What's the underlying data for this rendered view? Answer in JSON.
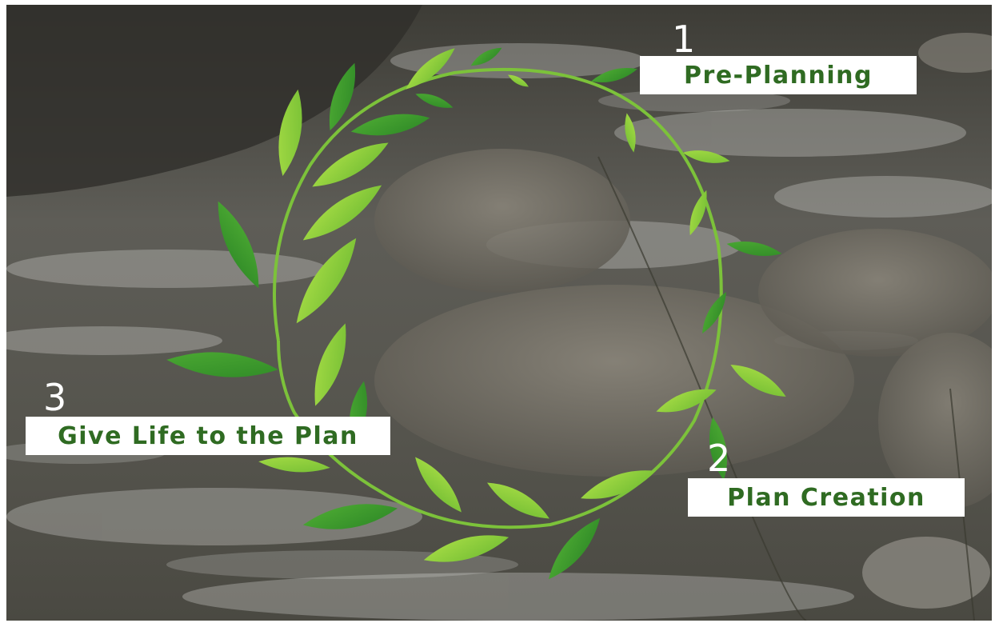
{
  "steps": [
    {
      "number": "1",
      "label": "Pre-Planning"
    },
    {
      "number": "2",
      "label": "Plan Creation"
    },
    {
      "number": "3",
      "label": "Give Life to the Plan"
    }
  ],
  "images": {
    "background": "stream-rocks-photo",
    "wreath": "leaf-vine-wreath"
  },
  "colors": {
    "label_text": "#2f6b22",
    "label_background": "#ffffff",
    "number_text": "#ffffff",
    "leaf_light": "#8fcf3a",
    "leaf_dark": "#3f9a2a"
  }
}
